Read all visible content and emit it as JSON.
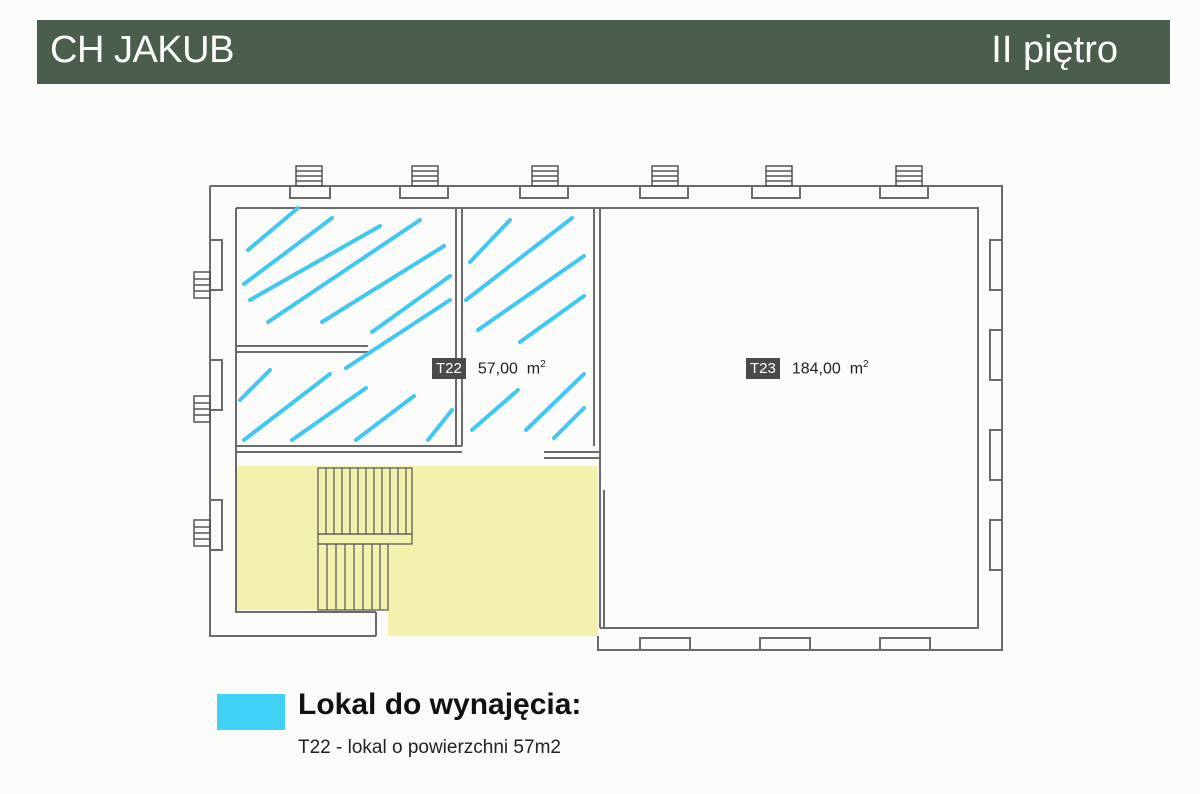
{
  "header": {
    "title": "CH JAKUB",
    "floor": "II piętro",
    "background_color": "#4b5e4e"
  },
  "plan": {
    "units": [
      {
        "code": "T22",
        "area_value": "57,00",
        "area_unit": "m",
        "area_exp": "2",
        "status": "for-rent",
        "highlight_color": "#41c8f2"
      },
      {
        "code": "T23",
        "area_value": "184,00",
        "area_unit": "m",
        "area_exp": "2",
        "status": "other"
      }
    ],
    "staircase_color": "#f2f1ae"
  },
  "legend": {
    "title": "Lokal do wynajęcia:",
    "description": "T22 - lokal o powierzchni 57m2",
    "swatch_color": "#41d1f5"
  }
}
